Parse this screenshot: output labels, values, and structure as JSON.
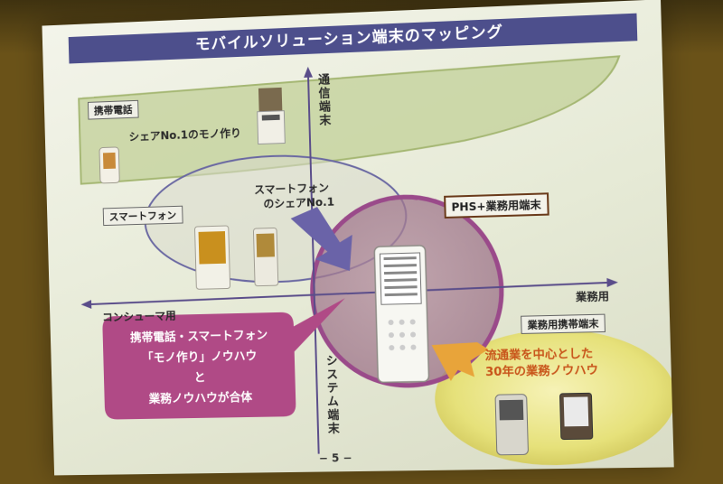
{
  "title": "モバイルソリューション端末のマッピング",
  "axes": {
    "top": "通信端末",
    "bottom": "システム端末",
    "left": "コンシューマ用",
    "right": "業務用"
  },
  "groups": {
    "mobile": "携帯電話",
    "smartphone": "スマートフォン",
    "phs": "PHS+業務用端末",
    "business_mobile": "業務用携帯端末"
  },
  "annotations": {
    "share_no1_mono": "シェアNo.1のモノ作り",
    "smartphone_share_line1": "スマートフォン",
    "smartphone_share_line2": "のシェアNo.1",
    "distribution_line1": "流通業を中心とした",
    "distribution_line2": "30年の業務ノウハウ"
  },
  "bubble_lines": [
    "携帯電話・スマートフォン",
    "「モノ作り」ノウハウ",
    "と",
    "業務ノウハウが合体"
  ],
  "page_number": "− 5 −",
  "colors": {
    "title_bar": "#4d4f8c",
    "mobile_ellipse": "#b7c98a",
    "phs_circle": "#9a4a8a",
    "bubble": "#b04a86",
    "orange_arrow": "#e8a43a",
    "purple_arrow": "#6a63a8"
  }
}
